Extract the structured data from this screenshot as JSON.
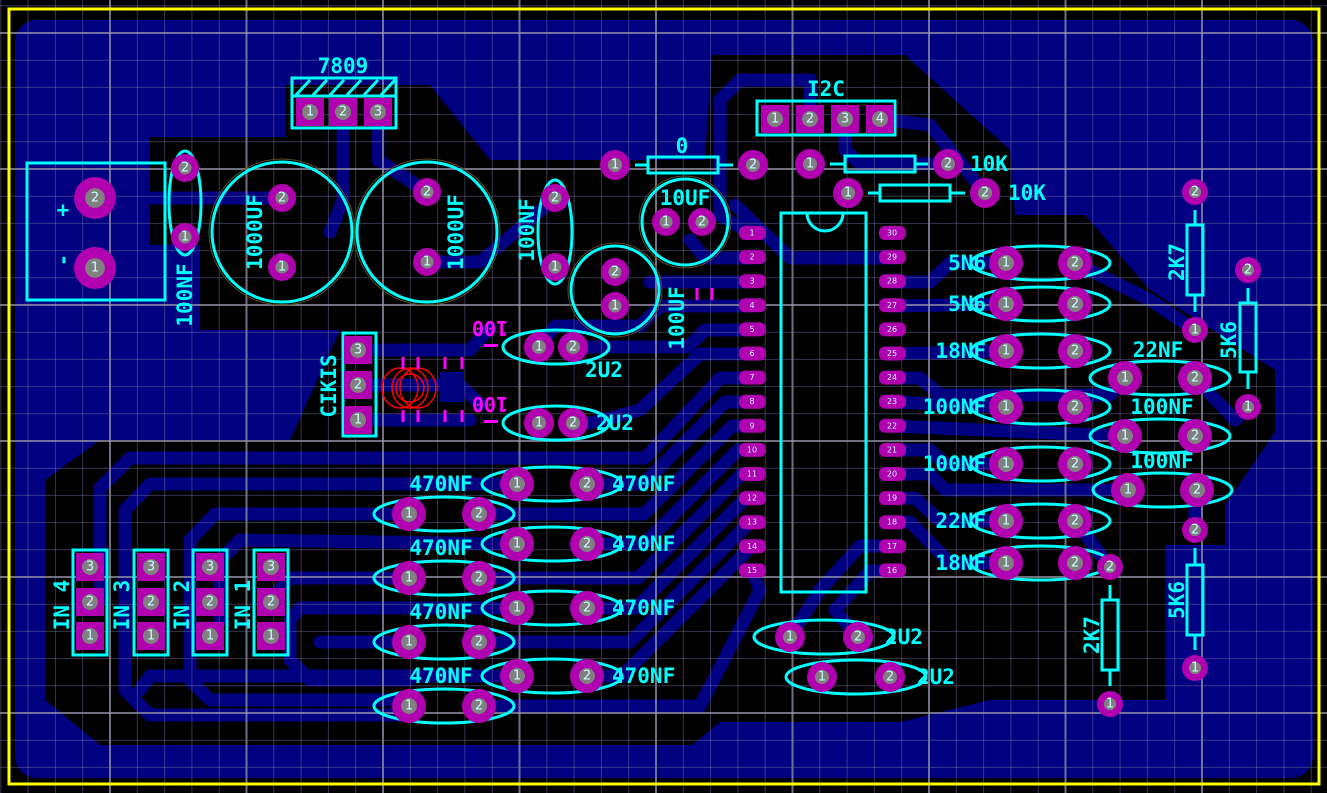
{
  "board": {
    "outline_color": "#ffff00",
    "copper_color": "#000080",
    "silk_color": "#00ffff",
    "pad_color": "#b000b0",
    "drill_color": "#808080",
    "bottom_silk_color": "#ff00ff",
    "crystal_color": "#ff0000"
  },
  "power_terminal": {
    "plus": "+",
    "minus": "-"
  },
  "labels": {
    "regulator": "7809",
    "i2c": "I2C",
    "output": "CIKIS",
    "r_zero": "0",
    "r_10k_a": "10K",
    "r_10k_b": "10K",
    "c_in_100nf": "100NF",
    "c_1000uf_a": "1000UF",
    "c_1000uf_b": "1000UF",
    "c_reg_100nf": "100NF",
    "c_100uf": "100UF",
    "c_10uf": "10UF",
    "c_2u2_a": "2U2",
    "c_2u2_b": "2U2",
    "c_2u2_c": "2U2",
    "c_2u2_d": "2U2",
    "c_5n6_a": "5N6",
    "c_5n6_b": "5N6",
    "c_18nf_a": "18NF",
    "c_100nf_a": "100NF",
    "c_100nf_b": "100NF",
    "c_22nf_a": "22NF",
    "c_18nf_b": "18NF",
    "c_22nf_b": "22NF",
    "c_100nf_c": "100NF",
    "c_100nf_d": "100NF",
    "r_2k7_a": "2K7",
    "r_5k6_a": "5K6",
    "r_5k6_b": "5K6",
    "r_2k7_b": "2K7",
    "c_470nf": [
      "470NF",
      "470NF",
      "470NF",
      "470NF",
      "470NF",
      "470NF",
      "470NF",
      "470NF"
    ],
    "inputs": [
      "IN 4",
      "IN 3",
      "IN 2",
      "IN 1"
    ],
    "smd_bottom": [
      "100",
      "100"
    ]
  },
  "pad_numbers": [
    "1",
    "2",
    "3",
    "4"
  ],
  "ic_pins": [
    "1",
    "2",
    "3",
    "4",
    "5",
    "6",
    "7",
    "8",
    "9",
    "10",
    "11",
    "12",
    "13",
    "14",
    "15",
    "16",
    "17",
    "18",
    "19",
    "20",
    "21",
    "22",
    "23",
    "24",
    "25",
    "26",
    "27",
    "28",
    "29",
    "30"
  ]
}
